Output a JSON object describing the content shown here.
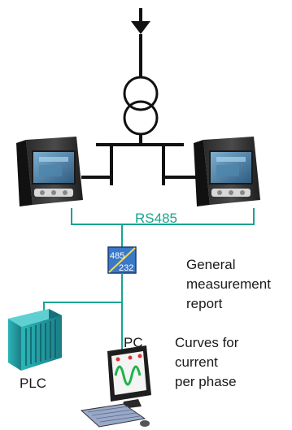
{
  "bus_label": "RS485",
  "converter": {
    "top": "485",
    "bottom": "232"
  },
  "devices": {
    "pc_label": "PC",
    "plc_label": "PLC"
  },
  "notes": {
    "measurement_report": [
      "General",
      "measurement",
      "report"
    ],
    "curves": [
      "Curves for",
      "current",
      "per phase"
    ]
  },
  "colors": {
    "wire": "#1aa58e",
    "line": "#111111",
    "converter": "#3a78c8",
    "plc": "#2aa6a8",
    "meter_screen": "#3c6f97"
  },
  "icons": [
    "power-meter-icon",
    "transformer-icon",
    "converter-icon",
    "plc-icon",
    "pc-icon"
  ]
}
